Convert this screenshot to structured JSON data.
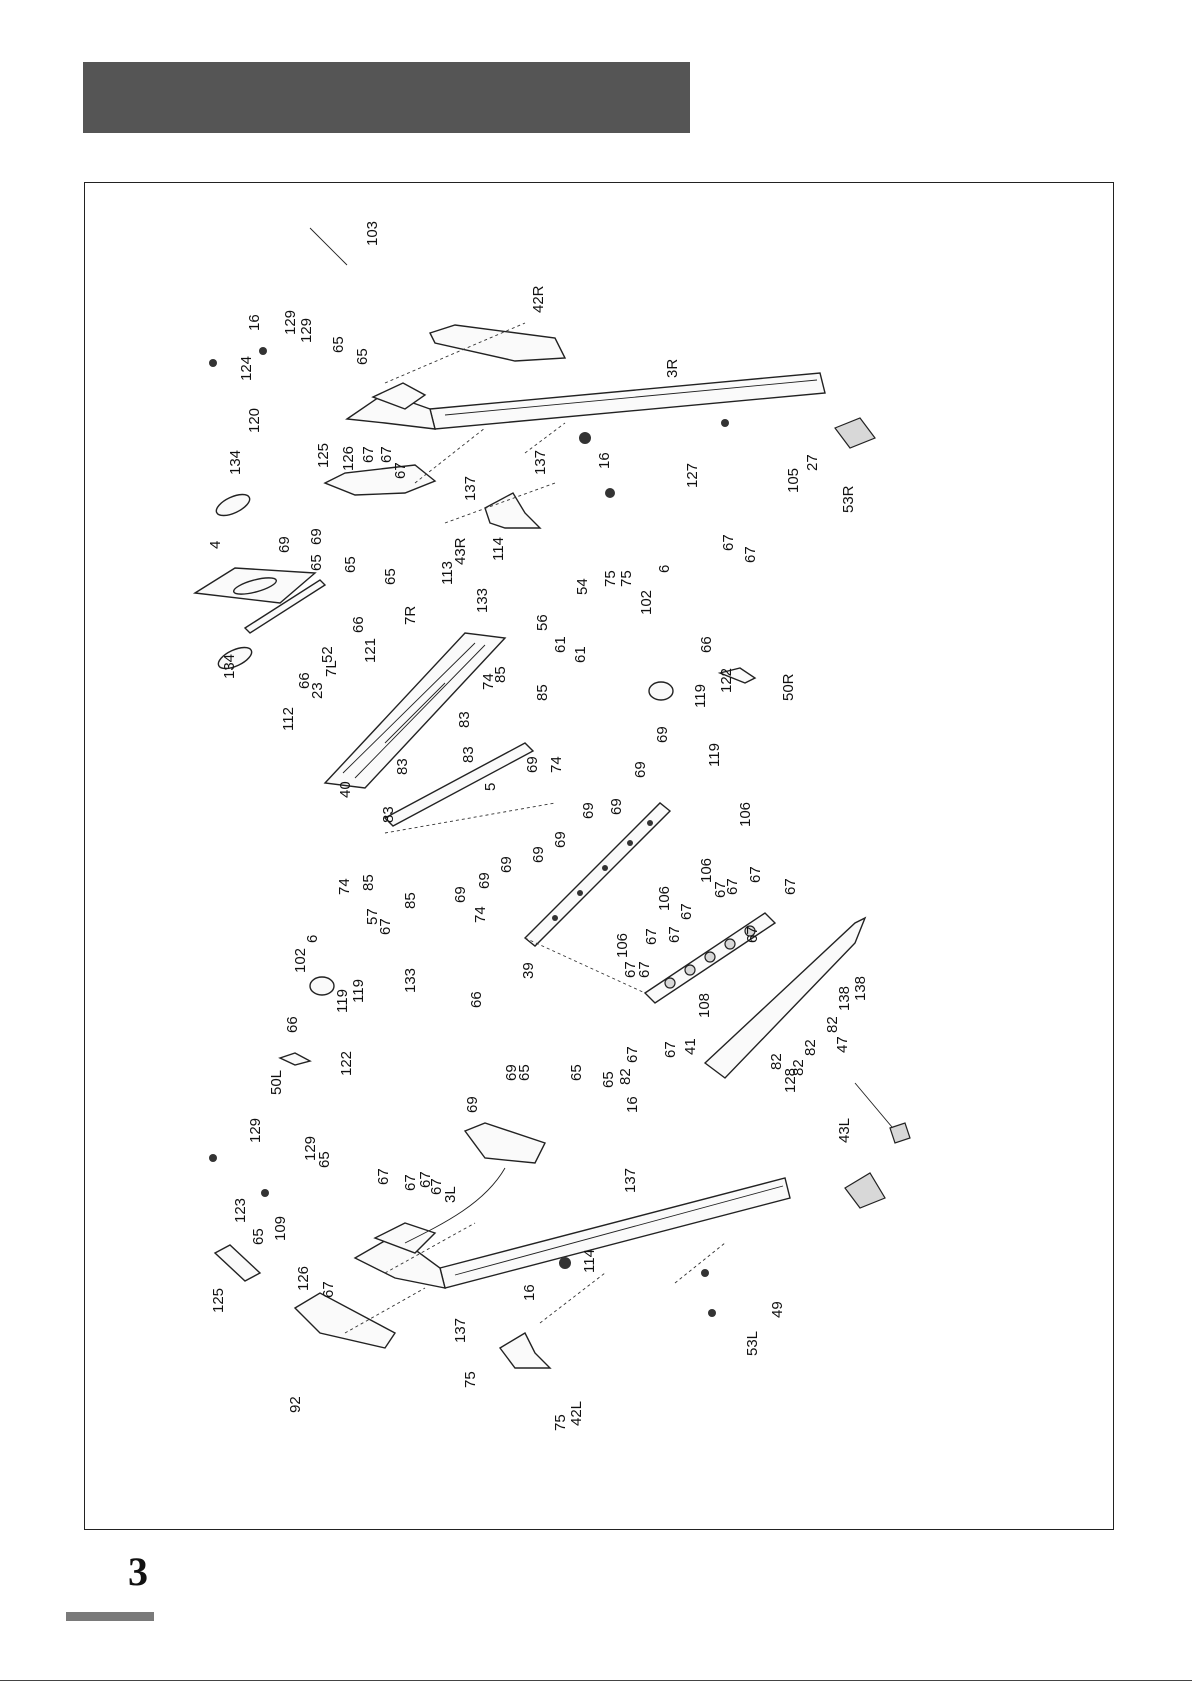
{
  "header": {
    "title": ""
  },
  "page": {
    "number": "3"
  },
  "diagram": {
    "labels": [
      "103",
      "42R",
      "3R",
      "16",
      "129",
      "129",
      "124",
      "65",
      "65",
      "120",
      "125",
      "126",
      "67",
      "67",
      "67",
      "137",
      "137",
      "16",
      "27",
      "105",
      "53R",
      "127",
      "134",
      "69",
      "65",
      "69",
      "65",
      "43R",
      "65",
      "114",
      "75",
      "75",
      "4",
      "66",
      "52",
      "113",
      "7R",
      "133",
      "56",
      "54",
      "61",
      "61",
      "102",
      "6",
      "67",
      "67",
      "134",
      "66",
      "7L",
      "121",
      "23",
      "112",
      "40",
      "83",
      "83",
      "83",
      "74",
      "85",
      "85",
      "83",
      "5",
      "69",
      "74",
      "66",
      "50R",
      "122",
      "119",
      "119",
      "69",
      "69",
      "69",
      "69",
      "69",
      "69",
      "69",
      "69",
      "106",
      "74",
      "85",
      "85",
      "69",
      "74",
      "6",
      "57",
      "67",
      "102",
      "133",
      "66",
      "119",
      "119",
      "66",
      "122",
      "50L",
      "39",
      "106",
      "106",
      "106",
      "67",
      "67",
      "67",
      "67",
      "67",
      "67",
      "67",
      "67",
      "67",
      "67",
      "108",
      "67",
      "67",
      "41",
      "82",
      "82",
      "82",
      "82",
      "138",
      "138",
      "82",
      "47",
      "128",
      "43L",
      "69",
      "69",
      "65",
      "65",
      "65",
      "16",
      "129",
      "129",
      "65",
      "123",
      "65",
      "109",
      "125",
      "126",
      "67",
      "67",
      "67",
      "67",
      "67",
      "3L",
      "137",
      "137",
      "16",
      "114",
      "75",
      "75",
      "42L",
      "92",
      "49",
      "53L"
    ]
  }
}
